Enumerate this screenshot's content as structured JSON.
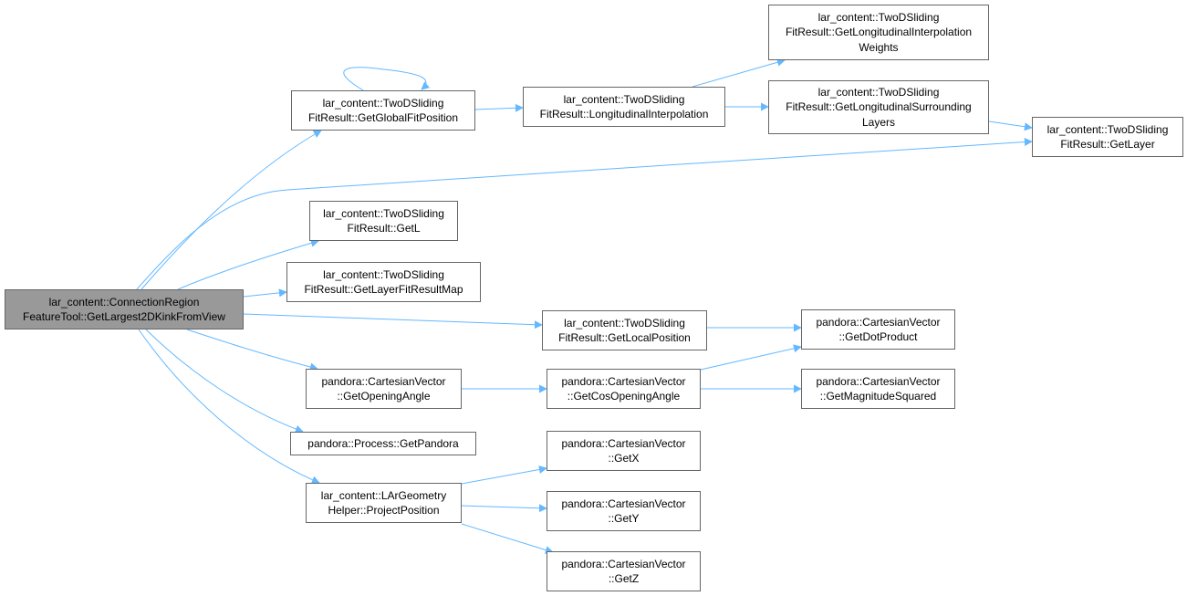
{
  "diagram": {
    "edge_color": "#63b8ff",
    "root_fill": "#999999",
    "node_border": "#666666",
    "nodes": [
      {
        "id": "n0",
        "lines": [
          "lar_content::ConnectionRegion",
          "FeatureTool::GetLargest2DKinkFromView"
        ],
        "root": true
      },
      {
        "id": "n1",
        "lines": [
          "lar_content::TwoDSliding",
          "FitResult::GetGlobalFitPosition"
        ]
      },
      {
        "id": "n2",
        "lines": [
          "lar_content::TwoDSliding",
          "FitResult::LongitudinalInterpolation"
        ]
      },
      {
        "id": "n3",
        "lines": [
          "lar_content::TwoDSliding",
          "FitResult::GetLongitudinalInterpolation",
          "Weights"
        ]
      },
      {
        "id": "n4",
        "lines": [
          "lar_content::TwoDSliding",
          "FitResult::GetLongitudinalSurrounding",
          "Layers"
        ]
      },
      {
        "id": "n5",
        "lines": [
          "lar_content::TwoDSliding",
          "FitResult::GetLayer"
        ]
      },
      {
        "id": "n6",
        "lines": [
          "lar_content::TwoDSliding",
          "FitResult::GetL"
        ]
      },
      {
        "id": "n7",
        "lines": [
          "lar_content::TwoDSliding",
          "FitResult::GetLayerFitResultMap"
        ]
      },
      {
        "id": "n8",
        "lines": [
          "lar_content::TwoDSliding",
          "FitResult::GetLocalPosition"
        ]
      },
      {
        "id": "n9",
        "lines": [
          "pandora::CartesianVector",
          "::GetDotProduct"
        ]
      },
      {
        "id": "n10",
        "lines": [
          "pandora::CartesianVector",
          "::GetOpeningAngle"
        ]
      },
      {
        "id": "n11",
        "lines": [
          "pandora::CartesianVector",
          "::GetCosOpeningAngle"
        ]
      },
      {
        "id": "n12",
        "lines": [
          "pandora::CartesianVector",
          "::GetMagnitudeSquared"
        ]
      },
      {
        "id": "n13",
        "lines": [
          "pandora::Process::GetPandora"
        ]
      },
      {
        "id": "n14",
        "lines": [
          "lar_content::LArGeometry",
          "Helper::ProjectPosition"
        ]
      },
      {
        "id": "n15",
        "lines": [
          "pandora::CartesianVector",
          "::GetX"
        ]
      },
      {
        "id": "n16",
        "lines": [
          "pandora::CartesianVector",
          "::GetY"
        ]
      },
      {
        "id": "n17",
        "lines": [
          "pandora::CartesianVector",
          "::GetZ"
        ]
      }
    ],
    "edges": [
      {
        "from": "n0",
        "to": "n1"
      },
      {
        "from": "n0",
        "to": "n5"
      },
      {
        "from": "n0",
        "to": "n6"
      },
      {
        "from": "n0",
        "to": "n7"
      },
      {
        "from": "n0",
        "to": "n8"
      },
      {
        "from": "n0",
        "to": "n10"
      },
      {
        "from": "n0",
        "to": "n13"
      },
      {
        "from": "n0",
        "to": "n14"
      },
      {
        "from": "n1",
        "to": "n1"
      },
      {
        "from": "n1",
        "to": "n2"
      },
      {
        "from": "n2",
        "to": "n3"
      },
      {
        "from": "n2",
        "to": "n4"
      },
      {
        "from": "n4",
        "to": "n5"
      },
      {
        "from": "n8",
        "to": "n9"
      },
      {
        "from": "n10",
        "to": "n11"
      },
      {
        "from": "n11",
        "to": "n9"
      },
      {
        "from": "n11",
        "to": "n12"
      },
      {
        "from": "n14",
        "to": "n15"
      },
      {
        "from": "n14",
        "to": "n16"
      },
      {
        "from": "n14",
        "to": "n17"
      }
    ]
  }
}
